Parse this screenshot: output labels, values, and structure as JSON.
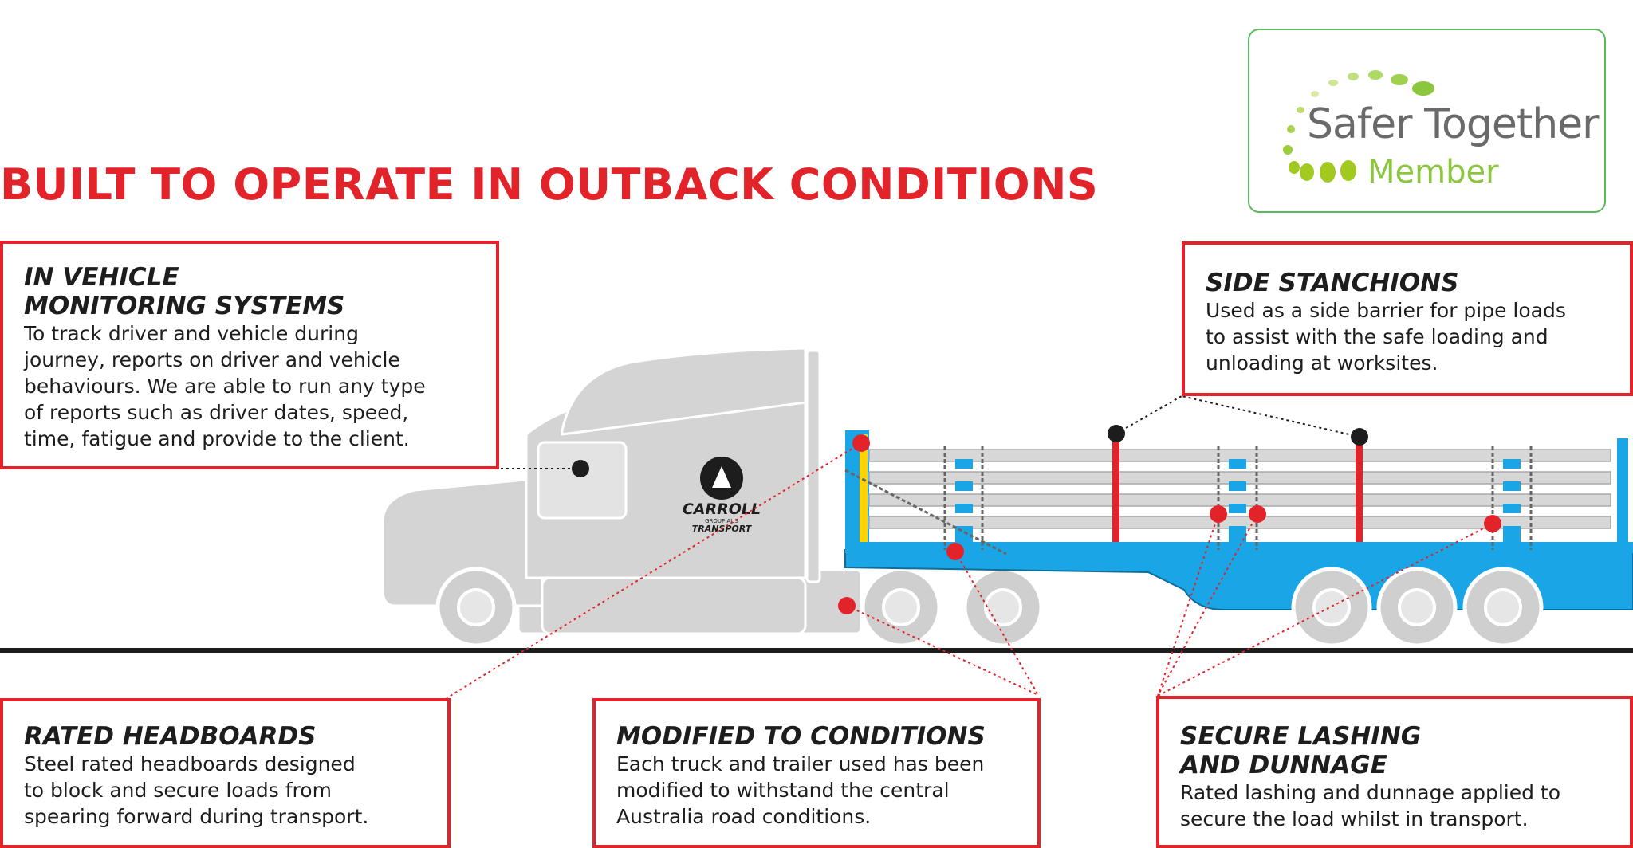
{
  "headline": "BUILT TO OPERATE IN OUTBACK CONDITIONS",
  "logo": {
    "title": "Safer Together",
    "subtitle": "Member"
  },
  "truck_branding": {
    "brand": "CARROLL",
    "group": "GROUP AUS",
    "sub": "TRANSPORT"
  },
  "callouts": {
    "monitoring": {
      "title_line1": "IN VEHICLE",
      "title_line2": "MONITORING SYSTEMS",
      "lines": [
        "To track driver and vehicle during",
        "journey, reports on driver and vehicle",
        "behaviours. We are able to run any type",
        "of reports such as driver dates, speed,",
        "time, fatigue and provide to the client."
      ]
    },
    "stanchions": {
      "title_line1": "SIDE STANCHIONS",
      "lines": [
        "Used as a side barrier for pipe loads",
        "to assist with the safe loading and",
        "unloading at worksites."
      ]
    },
    "headboards": {
      "title_line1": "RATED HEADBOARDS",
      "lines": [
        "Steel rated headboards designed",
        "to block and secure loads from",
        "spearing forward during transport."
      ]
    },
    "modified": {
      "title_line1": "MODIFIED TO CONDITIONS",
      "lines": [
        "Each truck and trailer used has been",
        "modified to withstand the central",
        "Australia road conditions."
      ]
    },
    "lashing": {
      "title_line1": "SECURE LASHING",
      "title_line2": "AND DUNNAGE",
      "lines": [
        "Rated lashing and dunnage applied to",
        "secure the load whilst in transport."
      ]
    }
  },
  "colors": {
    "accent_red": "#e3232a",
    "trailer_blue": "#1aa6e6",
    "truck_grey": "#d3d3d3",
    "logo_green": "#8cc63f",
    "logo_grey": "#6a6a6a",
    "headboard_yellow": "#ffd200"
  }
}
